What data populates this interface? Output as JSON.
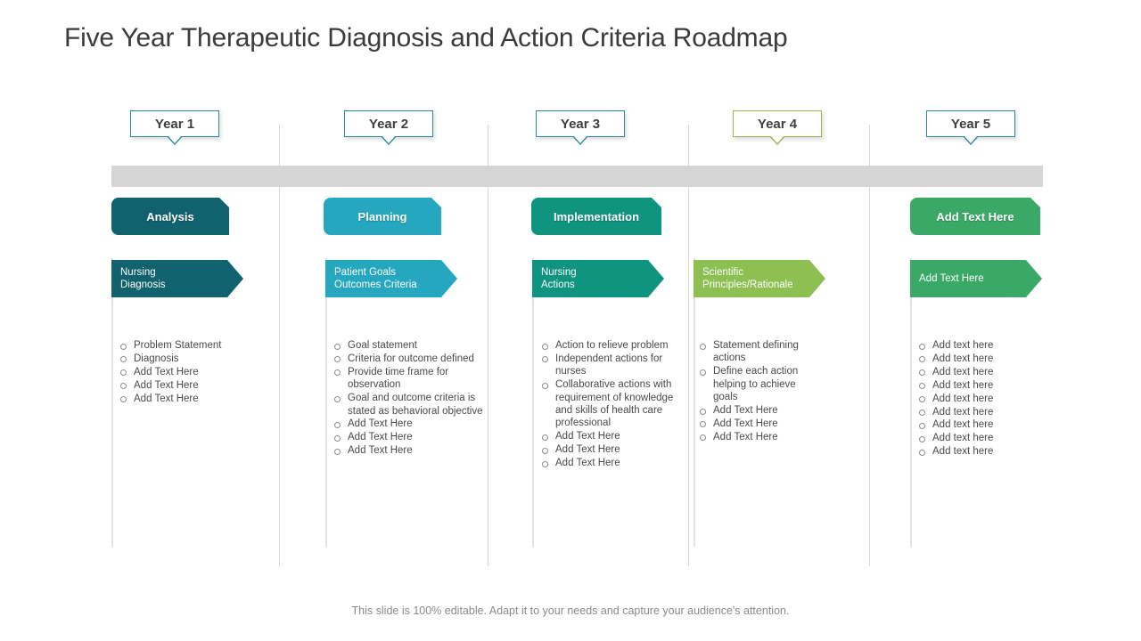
{
  "slide": {
    "title": "Five Year Therapeutic Diagnosis and Action Criteria Roadmap",
    "footer": "This slide is 100% editable. Adapt it to your needs and capture your audience's attention."
  },
  "colors": {
    "timeline_bar": "#d5d5d5",
    "badge_border_teal": "#2e8b96",
    "badge_border_olive": "#9cb04f",
    "analysis": "#11626f",
    "planning": "#25a8bf",
    "implementation": "#0f9480",
    "scientific": "#8cc152",
    "year5": "#3aa968",
    "text": "#4a4a4a"
  },
  "columns": [
    {
      "year_label": "Year 1",
      "badge_border": "#2e8b96",
      "phase_label": "Analysis",
      "phase_color": "#11626f",
      "has_phase": true,
      "arrow_lines": [
        "Nursing",
        "Diagnosis"
      ],
      "arrow_color": "#11626f",
      "bullets": [
        "Problem Statement",
        "Diagnosis",
        "Add Text Here",
        "Add Text Here",
        "Add Text Here"
      ]
    },
    {
      "year_label": "Year 2",
      "badge_border": "#2e8b96",
      "phase_label": "Planning",
      "phase_color": "#25a8bf",
      "has_phase": true,
      "arrow_lines": [
        "Patient Goals",
        "Outcomes Criteria"
      ],
      "arrow_color": "#25a8bf",
      "bullets": [
        "Goal statement",
        "Criteria for outcome defined",
        "Provide time frame for observation",
        "Goal and outcome criteria is stated as behavioral objective",
        "Add Text Here",
        "Add Text Here",
        "Add Text Here"
      ]
    },
    {
      "year_label": "Year 3",
      "badge_border": "#2e8b96",
      "phase_label": "Implementation",
      "phase_color": "#0f9480",
      "has_phase": true,
      "arrow_lines": [
        "Nursing",
        "Actions"
      ],
      "arrow_color": "#0f9480",
      "bullets": [
        "Action to relieve problem",
        "Independent actions for nurses",
        "Collaborative actions with requirement of knowledge and skills of health care professional",
        "Add Text Here",
        "Add Text Here",
        "Add Text Here"
      ]
    },
    {
      "year_label": "Year 4",
      "badge_border": "#9cb04f",
      "phase_label": "",
      "phase_color": "#8cc152",
      "has_phase": false,
      "arrow_lines": [
        "Scientific",
        "Principles/Rationale"
      ],
      "arrow_color": "#8cc152",
      "bullets": [
        "Statement defining actions",
        "Define each action helping to achieve goals",
        "Add Text Here",
        "Add Text Here",
        "Add Text Here"
      ]
    },
    {
      "year_label": "Year 5",
      "badge_border": "#2e8b96",
      "phase_label": "Add Text Here",
      "phase_color": "#3aa968",
      "has_phase": true,
      "arrow_lines": [
        "Add Text Here"
      ],
      "arrow_color": "#3aa968",
      "bullets": [
        "Add text here",
        "Add text here",
        "Add text here",
        "Add text here",
        "Add text here",
        "Add text here",
        "Add text here",
        "Add text here",
        "Add text here"
      ]
    }
  ]
}
